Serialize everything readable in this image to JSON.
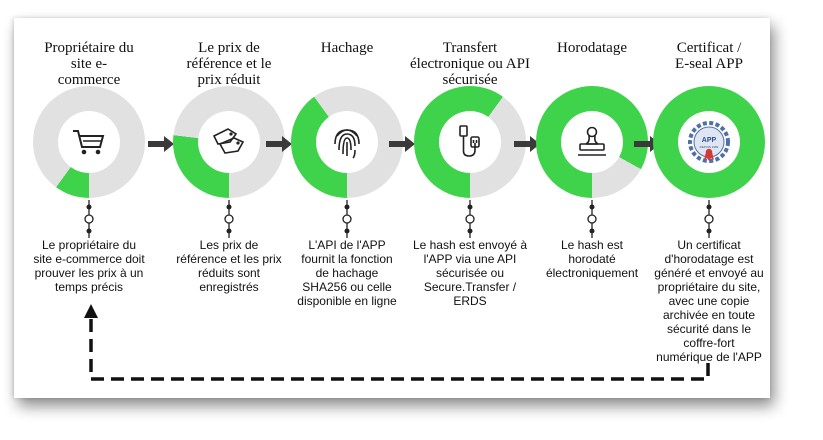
{
  "colors": {
    "green": "#3ed34a",
    "grey": "#e1e1e1",
    "arrow": "#3a3a3a",
    "dash": "#111111"
  },
  "steps": [
    {
      "title": "Propriétaire du\nsite e-\ncommerce",
      "icon": "shopping-cart-icon",
      "progress": 0.1,
      "desc": "Le propriétaire du\nsite e-commerce doit\nprouver les prix à un\ntemps précis"
    },
    {
      "title": "Le prix de\nréférence et le\nprix réduit",
      "icon": "price-tags-icon",
      "progress": 0.27,
      "desc": "Les prix de\nréférence et les prix\nréduits sont\nenregistrés"
    },
    {
      "title": "Hachage",
      "icon": "fingerprint-icon",
      "progress": 0.4,
      "desc": "L'API de l'APP\nfournit la fonction\nde hachage\nSHA256 ou celle\ndisponible en ligne"
    },
    {
      "title": "Transfert\nélectronique ou API\nsécurisée",
      "icon": "usb-cable-icon",
      "progress": 0.6,
      "desc": "Le hash est envoyé à\nl'APP via une API\nsécurisée ou\nSecure.Transfer /\nERDS"
    },
    {
      "title": "Horodatage",
      "icon": "stamp-icon",
      "progress": 0.83,
      "desc": "Le hash est\nhorodaté\nélectroniquement"
    },
    {
      "title": "Certificat /\nE-seal APP",
      "icon": "app-seal-icon",
      "progress": 1.0,
      "desc": "Un certificat\nd'horodatage est\ngénéré et envoyé au\npropriétaire du site,\navec une copie\narchivée en toute\nsécurité dans le\ncoffre-fort\nnumérique de l'APP"
    }
  ],
  "seal": {
    "brand": "APP",
    "subtitle": "DEPUIS 1982"
  }
}
